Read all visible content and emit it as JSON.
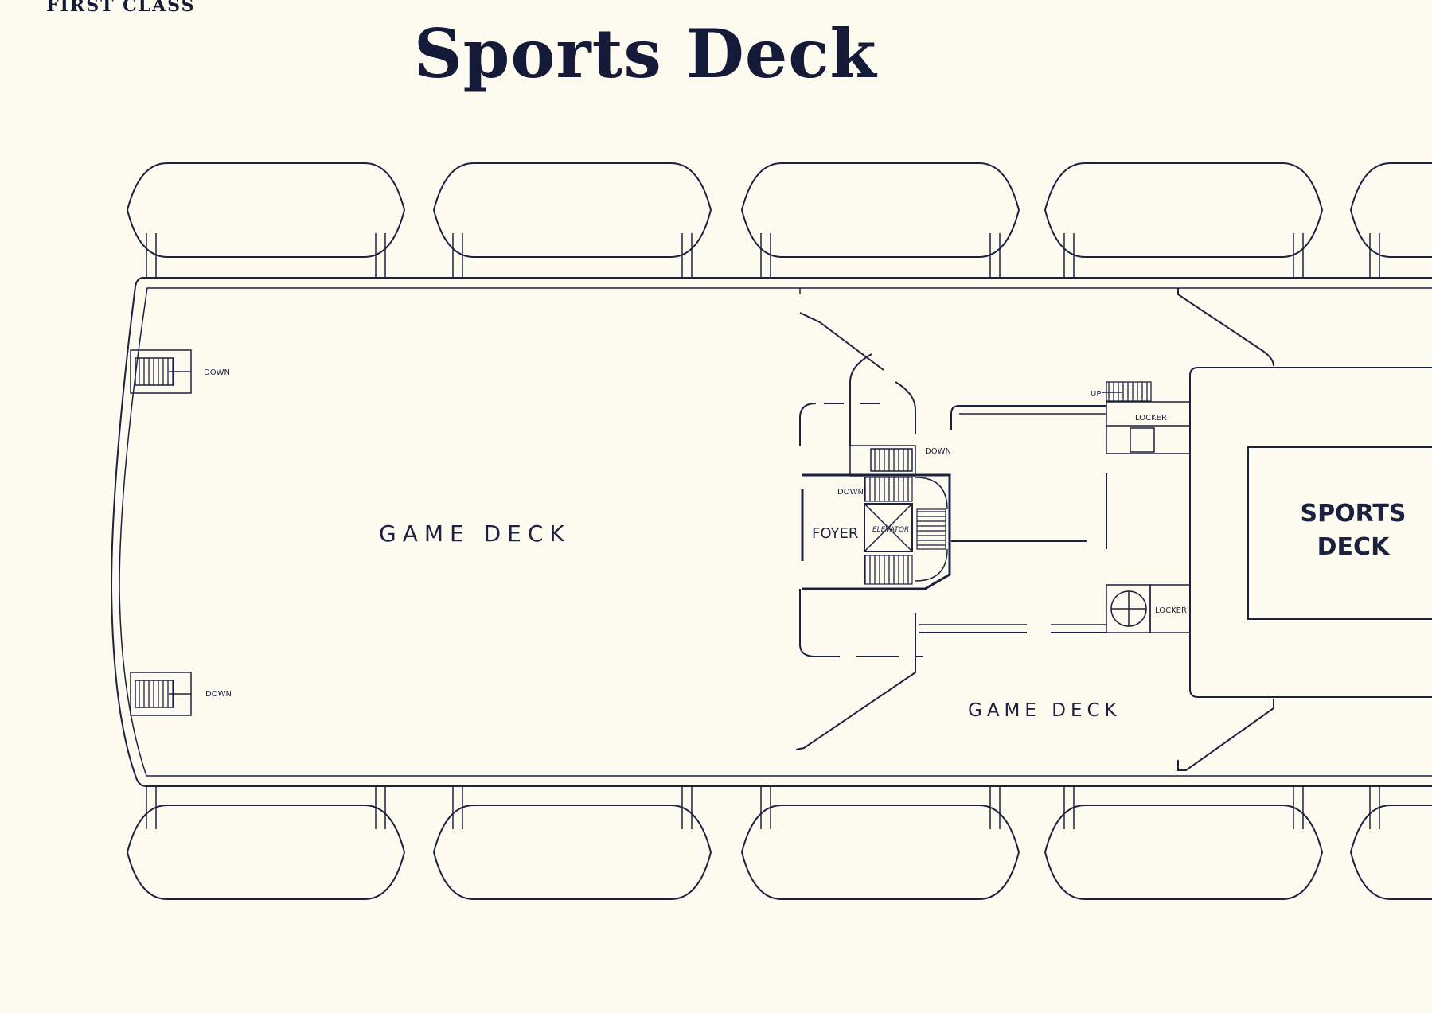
{
  "header": {
    "class_label": "FIRST CLASS",
    "title": "Sports Deck"
  },
  "labels": {
    "game_deck_main": "GAME DECK",
    "game_deck_lower": "GAME DECK",
    "foyer": "FOYER",
    "elevator": "ELEVATOR",
    "sports_deck_line1": "SPORTS",
    "sports_deck_line2": "DECK",
    "locker_upper": "LOCKER",
    "locker_lower": "LOCKER",
    "stair_up": "UP",
    "stair_down_left_top": "DOWN",
    "stair_down_left_bottom": "DOWN",
    "stair_down_center": "DOWN",
    "stair_down_foyer": "DOWN"
  },
  "colors": {
    "ink": "#1c2140",
    "paper": "#fdfbef"
  },
  "lifeboats": {
    "top_row_count": 5,
    "bottom_row_count": 5
  }
}
